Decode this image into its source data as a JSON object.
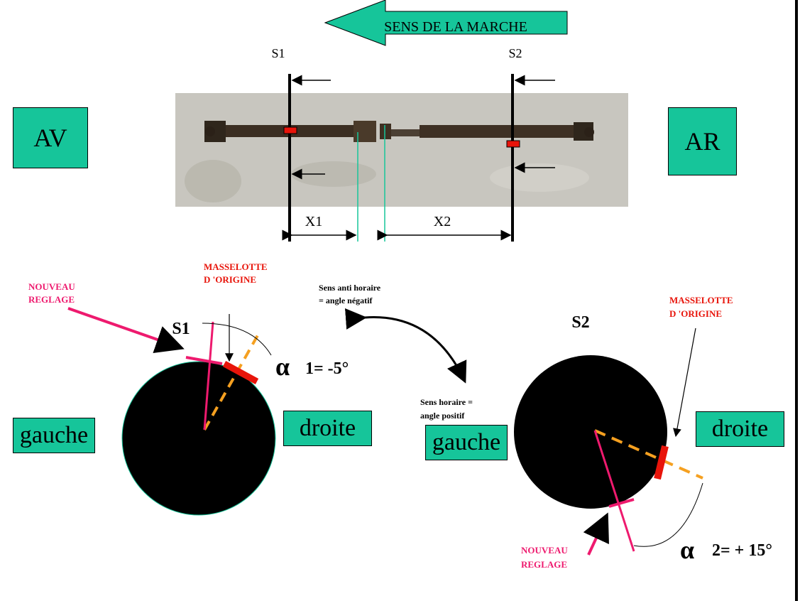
{
  "direction_label": "SENS DE LA MARCHE",
  "sections": {
    "s1": "S1",
    "s2": "S2"
  },
  "distances": {
    "x1": "X1",
    "x2": "X2"
  },
  "ends": {
    "front": "AV",
    "rear": "AR"
  },
  "left_disc": {
    "title": "S1",
    "original_weight_line1": "MASSELOTTE",
    "original_weight_line2": "D 'ORIGINE",
    "new_setting_line1": "NOUVEAU",
    "new_setting_line2": "REGLAGE",
    "angle_symbol": "α",
    "angle_text": "1= -5°",
    "label_left": "gauche",
    "label_right": "droite"
  },
  "right_disc": {
    "title": "S2",
    "original_weight_line1": "MASSELOTTE",
    "original_weight_line2": "D 'ORIGINE",
    "new_setting_line1": "NOUVEAU",
    "new_setting_line2": "REGLAGE",
    "angle_symbol": "α",
    "angle_text": "2= + 15°",
    "label_left": "gauche",
    "label_right": "droite"
  },
  "rotation": {
    "ccw_line1": "Sens anti  horaire",
    "ccw_line2": "= angle négatif",
    "cw_line1": "Sens horaire =",
    "cw_line2": "angle positif"
  },
  "colors": {
    "box_fill": "#16c59a",
    "red": "#e8140a",
    "magenta": "#ee1a6e",
    "orange": "#f5a020",
    "teal_line": "#16c59a",
    "photo_bg": "#c8c6bf"
  }
}
